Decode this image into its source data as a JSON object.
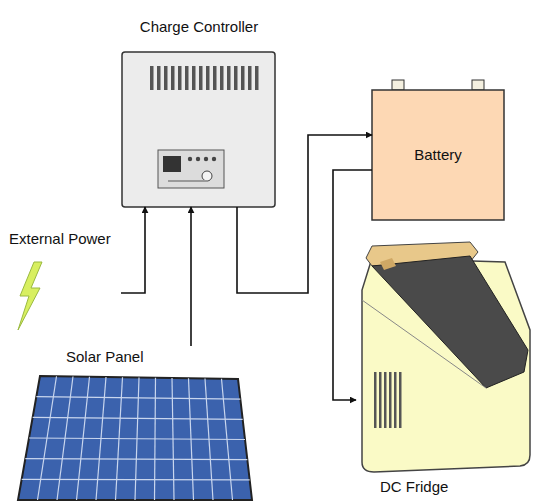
{
  "diagram": {
    "nodes": [
      {
        "text": [
          "Charge Controller"
        ]
      },
      {
        "text": [
          "External Power"
        ]
      },
      {
        "text": [
          "Solar Panel"
        ]
      },
      {
        "text": [
          "Battery"
        ]
      },
      {
        "text": [
          "DC Fridge"
        ]
      }
    ],
    "edges": [
      {
        "from": 1,
        "to": 0,
        "arrow": "to"
      },
      {
        "from": 2,
        "to": 0,
        "arrow": "to"
      },
      {
        "from": 0,
        "to": 3,
        "arrow": "to"
      },
      {
        "from": 3,
        "to": 4,
        "arrow": "to"
      }
    ]
  }
}
